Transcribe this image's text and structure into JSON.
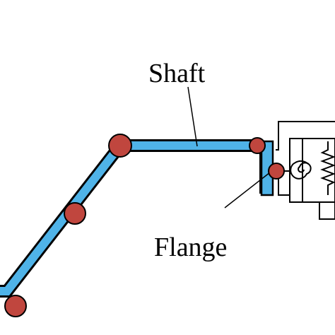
{
  "labels": {
    "shaft": "Shaft",
    "flange": "Flange"
  },
  "colors": {
    "shaft_fill": "#4fb3e8",
    "joint_fill": "#c0463e",
    "stroke": "#000000",
    "background": "#ffffff"
  },
  "components": {
    "joints": [
      "base-joint",
      "lower-joint",
      "elbow-joint",
      "shaft-end-joint",
      "flange-joint"
    ],
    "icons": [
      "torsional-spring-icon",
      "linear-spring-icon"
    ]
  }
}
